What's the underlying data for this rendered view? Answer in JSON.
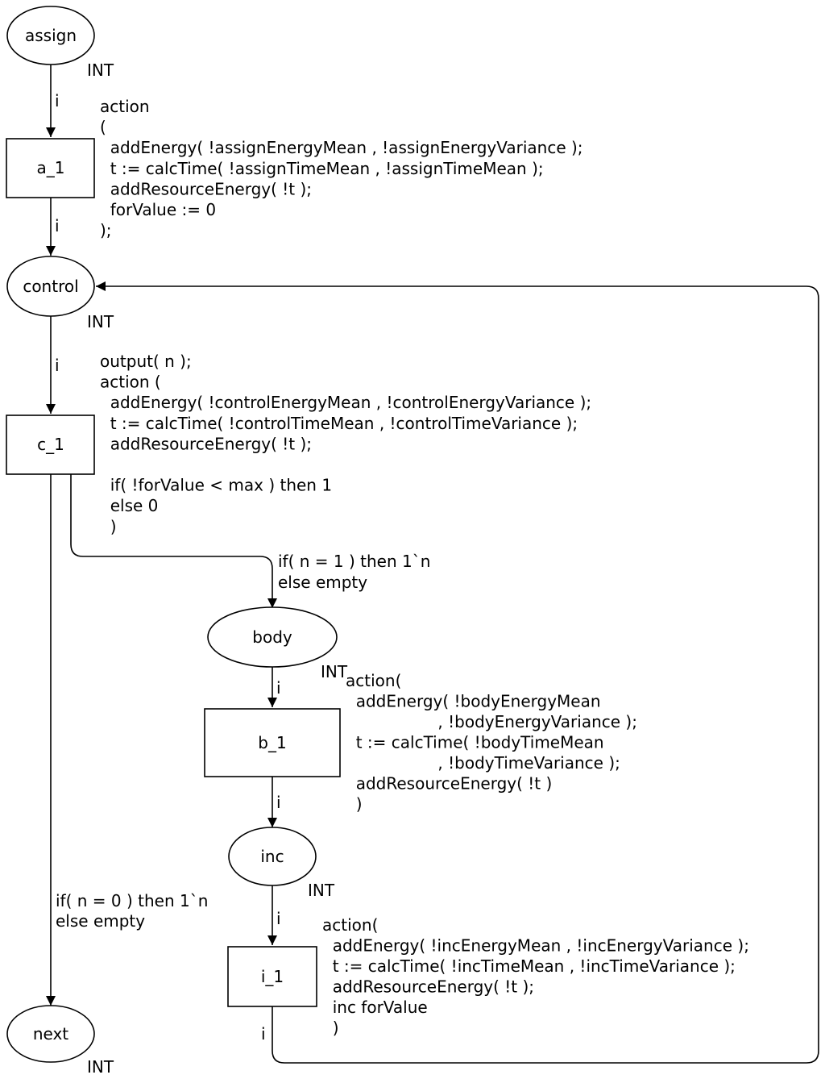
{
  "places": {
    "assign": {
      "name": "assign",
      "type": "INT"
    },
    "control": {
      "name": "control",
      "type": "INT"
    },
    "body": {
      "name": "body",
      "type": "INT"
    },
    "inc": {
      "name": "inc",
      "type": "INT"
    },
    "next": {
      "name": "next",
      "type": "INT"
    }
  },
  "transitions": {
    "a_1": {
      "name": "a_1"
    },
    "c_1": {
      "name": "c_1"
    },
    "b_1": {
      "name": "b_1"
    },
    "i_1": {
      "name": "i_1"
    }
  },
  "arc_labels": {
    "assign_to_a1": "i",
    "a1_to_control": "i",
    "control_to_c1": "i",
    "c1_to_body": [
      "if( n = 1 ) then 1`n",
      "else empty"
    ],
    "body_to_b1": "i",
    "b1_to_inc": "i",
    "inc_to_i1": "i",
    "i1_to_control": "i",
    "c1_to_next": [
      "if( n = 0 ) then 1`n",
      "else empty"
    ]
  },
  "code_segments": {
    "a_1": [
      "action",
      "(",
      "  addEnergy( !assignEnergyMean , !assignEnergyVariance );",
      "  t := calcTime( !assignTimeMean , !assignTimeMean );",
      "  addResourceEnergy( !t );",
      "  forValue := 0",
      ");"
    ],
    "c_1": [
      "output( n );",
      "action (",
      "  addEnergy( !controlEnergyMean , !controlEnergyVariance );",
      "  t := calcTime( !controlTimeMean , !controlTimeVariance );",
      "  addResourceEnergy( !t );",
      "",
      "  if( !forValue < max ) then 1",
      "  else 0",
      "  )"
    ],
    "b_1": [
      "action(",
      "  addEnergy( !bodyEnergyMean",
      "                  , !bodyEnergyVariance );",
      "  t := calcTime( !bodyTimeMean",
      "                  , !bodyTimeVariance );",
      "  addResourceEnergy( !t )",
      "  )"
    ],
    "i_1": [
      "action(",
      "  addEnergy( !incEnergyMean , !incEnergyVariance );",
      "  t := calcTime( !incTimeMean , !incTimeVariance );",
      "  addResourceEnergy( !t );",
      "  inc forValue",
      "  )"
    ]
  }
}
